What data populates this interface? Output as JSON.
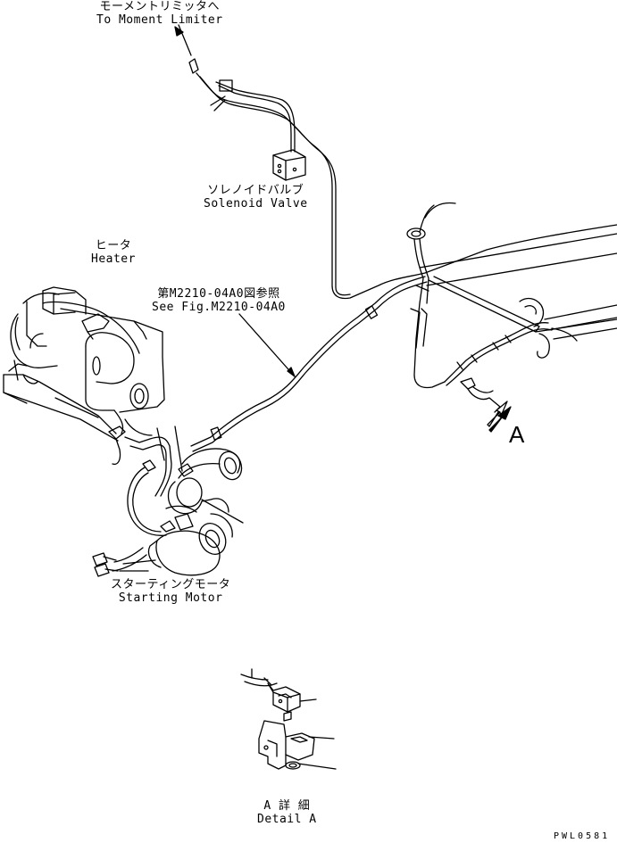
{
  "labels": {
    "moment_limiter": {
      "jp": "モーメントリミッタへ",
      "en": "To Moment Limiter"
    },
    "solenoid_valve": {
      "jp": "ソレノイドバルブ",
      "en": "Solenoid Valve"
    },
    "heater": {
      "jp": "ヒータ",
      "en": "Heater"
    },
    "see_fig": {
      "jp": "第M2210-04A0図参照",
      "en": "See Fig.M2210-04A0"
    },
    "starting_motor": {
      "jp": "スターティングモータ",
      "en": "Starting Motor"
    },
    "detail_a": {
      "jp": "A 詳 細",
      "en": "Detail A"
    },
    "view_a": "A",
    "drawing_code": "PWL0581"
  },
  "colors": {
    "ink": "#000000",
    "paper": "#ffffff"
  }
}
